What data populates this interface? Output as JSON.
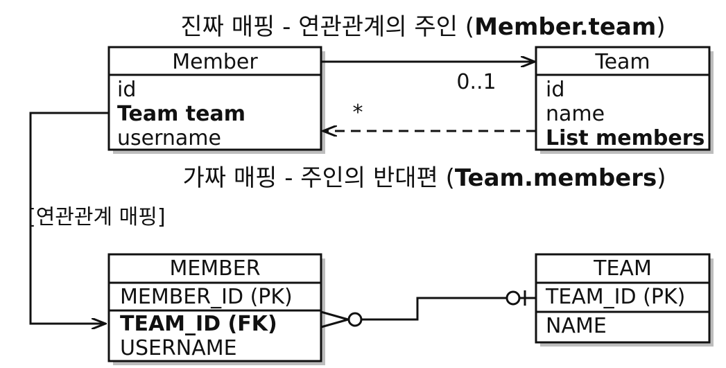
{
  "titles": {
    "real_mapping_prefix": "진짜 매핑 - 연관관계의 주인 (",
    "real_mapping_bold": "Member.team",
    "real_mapping_suffix": ")",
    "fake_mapping_prefix": "가짜 매핑 - 주인의 반대편 (",
    "fake_mapping_bold": "Team.members",
    "fake_mapping_suffix": ")"
  },
  "member_entity": {
    "name": "Member",
    "fields": [
      {
        "text": "id",
        "bold": false
      },
      {
        "text": "Team team",
        "bold": true
      },
      {
        "text": "username",
        "bold": false
      }
    ]
  },
  "team_entity": {
    "name": "Team",
    "fields": [
      {
        "text": "id",
        "bold": false
      },
      {
        "text": "name",
        "bold": false
      },
      {
        "text": "List members",
        "bold": true
      }
    ]
  },
  "member_table": {
    "name": "MEMBER",
    "pk": "MEMBER_ID (PK)",
    "columns": [
      {
        "text": "TEAM_ID (FK)",
        "bold": true
      },
      {
        "text": "USERNAME",
        "bold": false
      }
    ]
  },
  "team_table": {
    "name": "TEAM",
    "pk": "TEAM_ID (PK)",
    "columns": [
      {
        "text": "NAME",
        "bold": false
      }
    ]
  },
  "multiplicity": {
    "to_team": "0..1",
    "to_member": "*"
  },
  "association_label": "[연관관계 매핑]",
  "colors": {
    "line": "#111111",
    "shadow": "#bdbdbd"
  }
}
